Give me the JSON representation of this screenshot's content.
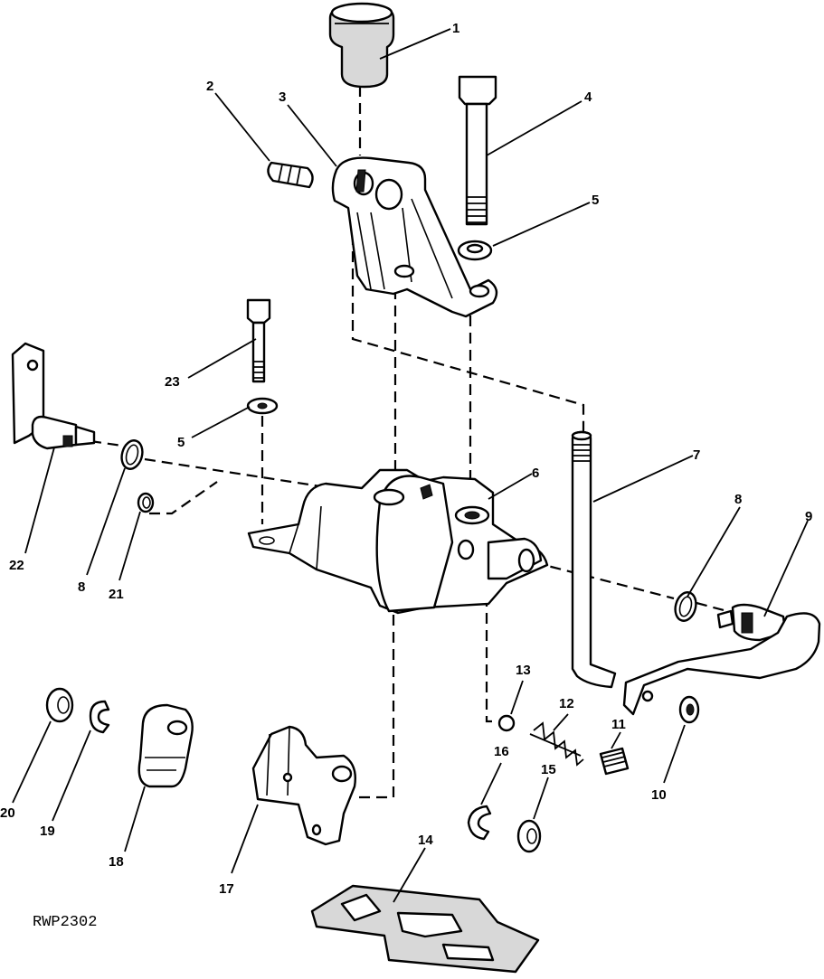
{
  "figure": {
    "reference": "RWP2302",
    "callouts": {
      "c1": "1",
      "c2": "2",
      "c3": "3",
      "c4": "4",
      "c5a": "5",
      "c5b": "5",
      "c6": "6",
      "c7": "7",
      "c8a": "8",
      "c8b": "8",
      "c9": "9",
      "c10": "10",
      "c11": "11",
      "c12": "12",
      "c13": "13",
      "c14": "14",
      "c15": "15",
      "c16": "16",
      "c17": "17",
      "c18": "18",
      "c19": "19",
      "c20": "20",
      "c21": "21",
      "c22": "22",
      "c23": "23"
    }
  }
}
